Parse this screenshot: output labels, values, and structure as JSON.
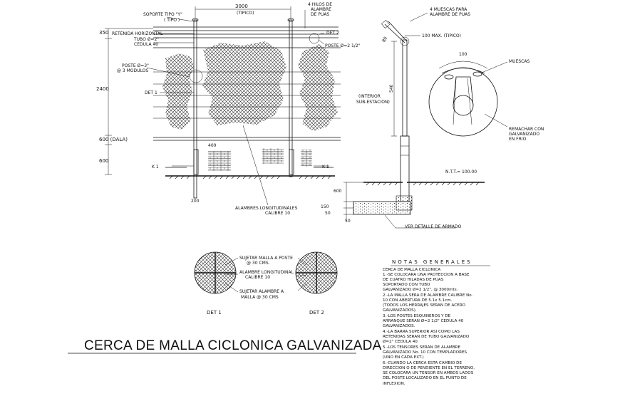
{
  "title": "CERCA DE MALLA CICLONICA GALVANIZADA",
  "elevation": {
    "labels": {
      "soporte": "SOPORTE TIPO \"Y\"",
      "soporte_tipo": "( TIPO )",
      "claro": "3000",
      "claro_tipo": "(TIPICO)",
      "hilos_1": "4 HILOS DE",
      "hilos_2": "ALAMBRE",
      "hilos_3": "DE PUAS",
      "retenida_1": "RETENIDA HORIZONTAL",
      "retenida_2": "TUBO Ø=2\"",
      "retenida_3": "CEDULA 40",
      "det2": "DET 2",
      "poste_top": "POSTE Ø=2 1/2\"",
      "poste_1": "POSTE Ø=3\"",
      "poste_2": "@ 3 MODULOS",
      "det1": "DET 1",
      "k1_left": "K 1",
      "k1_right": "K 1",
      "d400": "400",
      "d200": "200",
      "alambres_1": "ALAMBRES LONGITUDINALES",
      "alambres_2": "CALIBRE 10"
    },
    "dims": {
      "d350": "350",
      "d2400": "2400",
      "d600_dala": "600 (DALA)",
      "d600": "600"
    }
  },
  "section": {
    "labels": {
      "muescas_1": "4 MUESCAS PARA",
      "muescas_2": "ALAMBRE DE PUAS",
      "d100max": "100 MAX. (TIPICO)",
      "d80": "80",
      "interior_1": "(INTERIOR",
      "interior_2": "SUB-ESTACION)",
      "d540": "540",
      "ntt": "N.T.T.= 100.00",
      "d600": "600",
      "d150": "150",
      "d50a": "50",
      "d50b": "50",
      "armado": "VER DETALLE DE ARMADO"
    }
  },
  "circle_detail": {
    "d100": "100",
    "muescas": "MUESCAS",
    "remachar_1": "REMACHAR CON",
    "remachar_2": "GALVANIZADO",
    "remachar_3": "EN FRIO"
  },
  "details": {
    "sujetar_malla_1": "SUJETAR MALLA A POSTE",
    "sujetar_malla_2": "@ 30 CMS.",
    "alambre_long_1": "ALAMBRE LONGITUDINAL",
    "alambre_long_2": "CALIBRE  10",
    "sujetar_alambre_1": "SUJETAR ALAMBRE A",
    "sujetar_alambre_2": "MALLA @ 30 CMS",
    "det1": "DET 1",
    "det2": "DET 2"
  },
  "notes": {
    "heading": "NOTAS GENERALES",
    "lines": [
      "CERCA DE MALLA CICLONICA",
      "1.-SE COLOCARA UNA PROTECCION A BASE",
      "DE            CUATRO HILADAS DE PUAS",
      "SOPORTADO CON          TUBO",
      "GALVANIZADO Ø=2 1/2\", @       3000mts.",
      "2.-LA MALLA SERA DE ALAMBRE CALIBRE No.",
      "10        CON ABERTURA DE 5.1x 5.1cm.",
      "(TODOS LOS    HERRAJES SERAN DE ACERO",
      "GALVANIZADOS).",
      "3.-LOS POSTES ESQUINEROS Y DE",
      "ARRANQUE     SERAN Ø=2 1/2\" CEDULA 40",
      "GALVANIZADOS.",
      "4.-LA BARRA SUPERIOR ASI COMO LAS",
      "RETENIDAS SERAN DE TUBO GALVANIZADO",
      "Ø=2\" CEDULA 40.",
      "5.-LOS TENSORES SERAN DE ALAMBRE",
      "GALVANIZADO No. 10 CON TEMPLADORES",
      "(UNO EN CADA EXT.)",
      "6.-CUANDO LA CERCA ESTA CAMBIO DE",
      "DIRECCION O DE PENDIENTE EN EL TERRENO,",
      "SE COLOCARA UN TENSOR EN AMBOS LADOS",
      "DEL POSTE LOCALIZADO EN EL PUNTO DE",
      "INFLEXION."
    ]
  }
}
